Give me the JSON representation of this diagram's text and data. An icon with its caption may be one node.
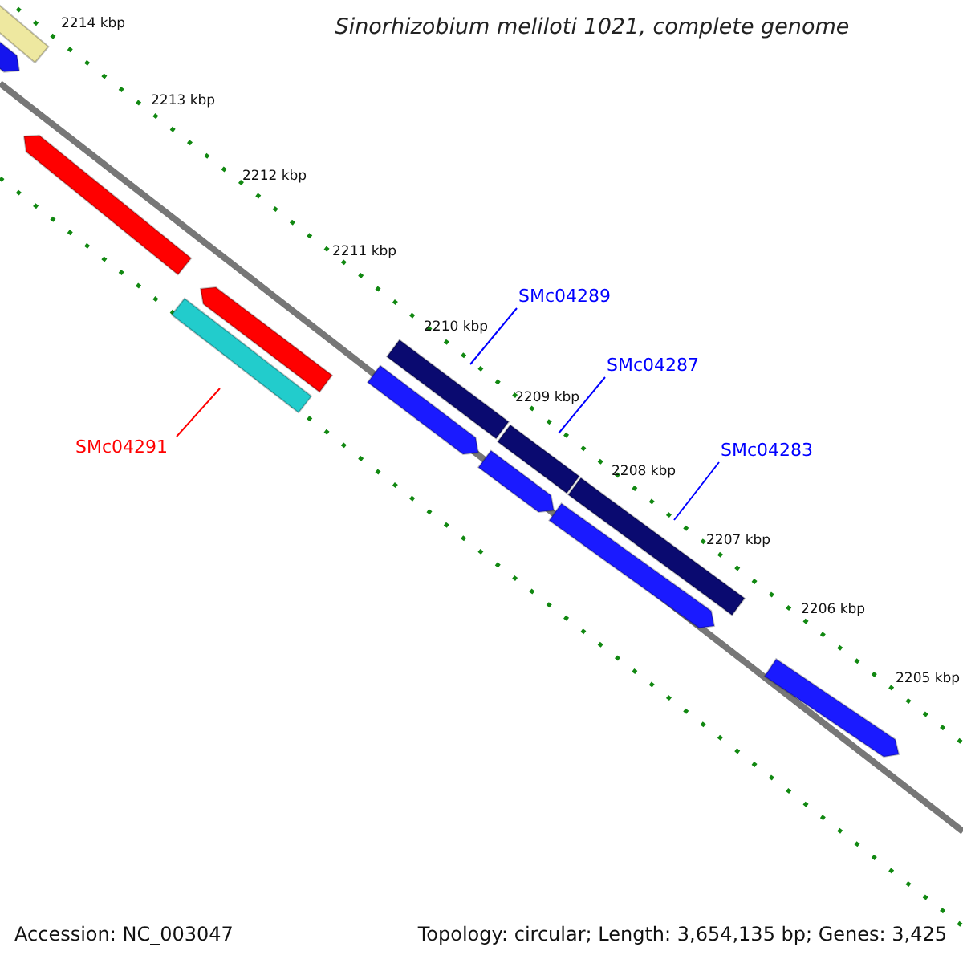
{
  "diagram": {
    "title": "Sinorhizobium meliloti 1021, complete genome",
    "nodes": [
      {
        "text": [],
        "shape": "bar"
      },
      {
        "text": [],
        "shape": "arrow"
      },
      {
        "text": [],
        "shape": "arrow"
      },
      {
        "text": [],
        "shape": "arrow"
      },
      {
        "text": [
          "SMc04289"
        ]
      },
      {
        "text": [],
        "shape": "bar"
      },
      {
        "text": [],
        "shape": "bar"
      },
      {
        "text": [
          "SMc04287"
        ]
      },
      {
        "text": [],
        "shape": "arrow"
      },
      {
        "text": [],
        "shape": "bar"
      },
      {
        "text": [
          "SMc04291"
        ]
      },
      {
        "text": [
          "SMc04283"
        ]
      },
      {
        "text": [],
        "shape": "arrow"
      },
      {
        "text": [],
        "shape": "bar"
      },
      {
        "text": [],
        "shape": "arrow"
      },
      {
        "text": [],
        "shape": "arrow"
      }
    ],
    "edges": [
      {
        "from": 4,
        "to": 6,
        "arrow": "none"
      },
      {
        "from": 7,
        "to": 9,
        "arrow": "none"
      },
      {
        "from": 11,
        "to": 13,
        "arrow": "none"
      },
      {
        "from": 10,
        "to": 5,
        "arrow": "none",
        "color": "#ff0000"
      }
    ],
    "labels": [
      "2214 kbp",
      "2213 kbp",
      "2212 kbp",
      "2211 kbp",
      "2210 kbp",
      "2209 kbp",
      "2208 kbp",
      "2207 kbp",
      "2206 kbp",
      "2205 kbp",
      "Accession: NC_003047",
      "Topology: circular; Length: 3,654,135 bp; Genes: 3,425"
    ]
  }
}
